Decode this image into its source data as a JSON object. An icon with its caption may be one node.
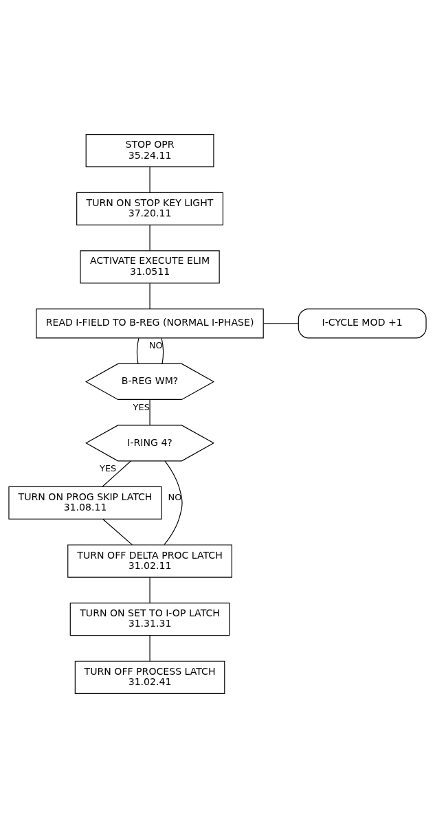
{
  "diagram": {
    "nodes": [
      {
        "text": [
          "STOP OPR",
          "35.24.11"
        ]
      },
      {
        "text": [
          "TURN ON STOP KEY LIGHT",
          "37.20.11"
        ]
      },
      {
        "text": [
          "ACTIVATE EXECUTE ELIM",
          "31.0511"
        ]
      },
      {
        "text": [
          "READ I-FIELD TO B-REG (NORMAL I-PHASE)"
        ]
      },
      {
        "text": [
          "I-CYCLE MOD +1"
        ]
      },
      {
        "text": [
          "B-REG WM?"
        ]
      },
      {
        "text": [
          "I-RING 4?"
        ]
      },
      {
        "text": [
          "TURN ON PROG SKIP LATCH",
          "31.08.11"
        ]
      },
      {
        "text": [
          "TURN OFF DELTA PROC LATCH",
          "31.02.11"
        ]
      },
      {
        "text": [
          "TURN ON SET TO I-OP LATCH",
          "31.31.31"
        ]
      },
      {
        "text": [
          "TURN OFF PROCESS LATCH",
          "31.02.41"
        ]
      }
    ],
    "edges": [
      {
        "from": 0,
        "to": 1,
        "arrow": "none"
      },
      {
        "from": 1,
        "to": 2,
        "arrow": "none"
      },
      {
        "from": 2,
        "to": 3,
        "arrow": "none"
      },
      {
        "from": 3,
        "to": 4,
        "arrow": "none"
      },
      {
        "from": 3,
        "to": 5,
        "arrow": "none"
      },
      {
        "from": 5,
        "to": 3,
        "arrow": "none",
        "label": "NO"
      },
      {
        "from": 5,
        "to": 6,
        "arrow": "none",
        "label": "YES"
      },
      {
        "from": 6,
        "to": 7,
        "arrow": "none",
        "label": "YES"
      },
      {
        "from": 6,
        "to": 8,
        "arrow": "none",
        "label": "NO"
      },
      {
        "from": 7,
        "to": 8,
        "arrow": "none"
      },
      {
        "from": 8,
        "to": 9,
        "arrow": "none"
      },
      {
        "from": 9,
        "to": 10,
        "arrow": "none"
      }
    ]
  }
}
